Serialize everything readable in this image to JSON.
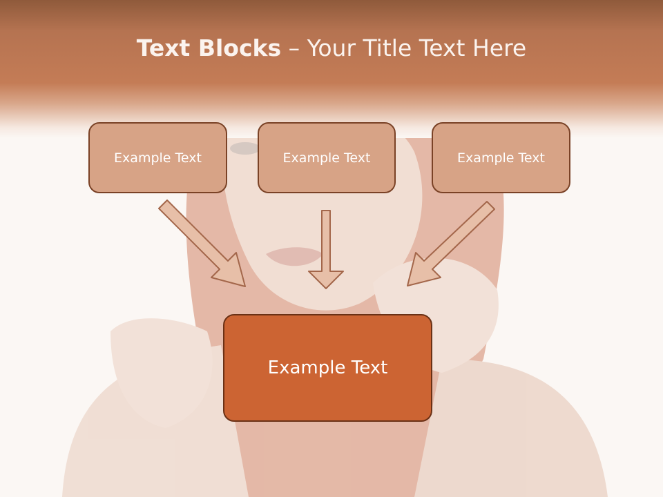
{
  "slide": {
    "title_bold": "Text Blocks",
    "title_rest": " – Your Title Text Here",
    "boxes": [
      {
        "label": "Example Text"
      },
      {
        "label": "Example Text"
      },
      {
        "label": "Example Text"
      }
    ],
    "main_box": {
      "label": "Example Text"
    }
  },
  "colors": {
    "header_brown": "#c47c56",
    "box_fill": "#d7a386",
    "main_fill": "#cc6433",
    "border": "#7a4226"
  },
  "icons": [
    "arrow-down-right-icon",
    "arrow-down-icon",
    "arrow-down-left-icon"
  ]
}
